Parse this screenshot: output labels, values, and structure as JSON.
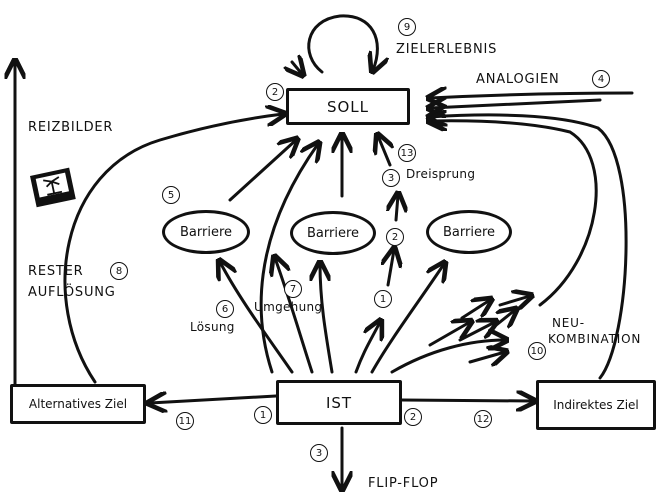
{
  "nodes": {
    "soll": "SOLL",
    "ist": "IST",
    "barriere_left": "Barriere",
    "barriere_center": "Barriere",
    "barriere_right": "Barriere",
    "alternatives_ziel": "Alternatives Ziel",
    "indirektes_ziel": "Indirektes Ziel"
  },
  "labels": {
    "zielerlebnis": "ZIELERLEBNIS",
    "analogien": "ANALOGIEN",
    "reizbilder": "REIZBILDER",
    "dreisprung": "Dreisprung",
    "rester": "RESTER",
    "aufloesung": "AUFLÖSUNG",
    "loesung": "Lösung",
    "umgehung": "Umgehung",
    "neu": "NEU-",
    "kombination": "KOMBINATION",
    "flip_flop": "FLIP-FLOP"
  },
  "numbers": {
    "zielerlebnis": "9",
    "soll": "2",
    "analogien": "4",
    "dreisprung_top": "13",
    "dreisprung": "3",
    "step_2": "2",
    "step_1": "1",
    "barriere_left": "5",
    "loesung": "6",
    "umgehung": "7",
    "rester": "8",
    "neukombination": "10",
    "alternatives": "11",
    "ist_left": "1",
    "ist_right": "2",
    "indirekt": "12",
    "flipflop": "3"
  },
  "icons": [
    "palm-tree-picture-icon"
  ]
}
